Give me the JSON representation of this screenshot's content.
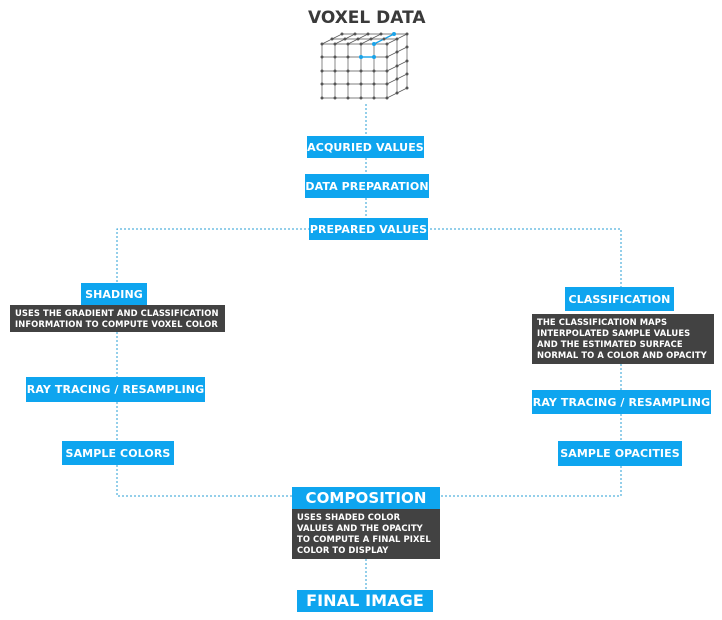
{
  "title": "VOXEL DATA",
  "nodes": {
    "acquired_values": "ACQURIED VALUES",
    "data_preparation": "DATA PREPARATION",
    "prepared_values": "PREPARED VALUES",
    "shading": "SHADING",
    "shading_note": [
      "USES THE GRADIENT AND CLASSIFICATION",
      "INFORMATION TO COMPUTE VOXEL COLOR"
    ],
    "ray_tracing_left": "RAY TRACING / RESAMPLING",
    "sample_colors": "SAMPLE COLORS",
    "classification": "CLASSIFICATION",
    "classification_note": [
      "THE CLASSIFICATION MAPS",
      "INTERPOLATED SAMPLE VALUES",
      "AND THE ESTIMATED SURFACE",
      "NORMAL TO A COLOR AND OPACITY"
    ],
    "ray_tracing_right": "RAY TRACING / RESAMPLING",
    "sample_opacities": "SAMPLE OPACITIES",
    "composition": "COMPOSITION",
    "composition_note": [
      "USES SHADED COLOR",
      "VALUES AND THE  OPACITY",
      "TO COMPUTE A FINAL PIXEL",
      "COLOR  TO DISPLAY"
    ],
    "final_image": "FINAL IMAGE"
  },
  "colors": {
    "box": "#0ea5ef",
    "note": "#424242",
    "connector": "#2a9fd6",
    "title": "#3a3a3a",
    "cube": "#555555",
    "cube_highlight": "#1aa3e8"
  },
  "icon": "voxel-cube-icon"
}
